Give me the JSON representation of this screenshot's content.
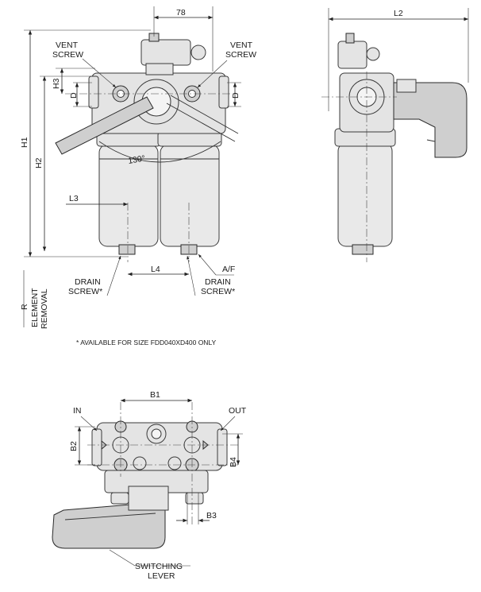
{
  "labels": {
    "vent_screw_left_1": "VENT",
    "vent_screw_left_2": "SCREW",
    "vent_screw_right_1": "VENT",
    "vent_screw_right_2": "SCREW",
    "drain_screw_left_1": "DRAIN",
    "drain_screw_left_2": "SCREW*",
    "drain_screw_right_1": "DRAIN",
    "drain_screw_right_2": "SCREW*",
    "af": "A/F",
    "element_removal_r": "R",
    "element_removal_1": "ELEMENT",
    "element_removal_2": "REMOVAL",
    "footnote": "* AVAILABLE FOR SIZE FDD040XD400 ONLY",
    "in": "IN",
    "out": "OUT",
    "switching_lever_1": "SWITCHING",
    "switching_lever_2": "LEVER"
  },
  "dimensions": {
    "d78": "78",
    "l2": "L2",
    "h1": "H1",
    "h2": "H2",
    "h3": "H3",
    "d_left": "D",
    "d_right": "D",
    "angle": "130°",
    "l3": "L3",
    "l4": "L4",
    "b1": "B1",
    "b2": "B2",
    "b3": "B3",
    "b4": "B4"
  }
}
